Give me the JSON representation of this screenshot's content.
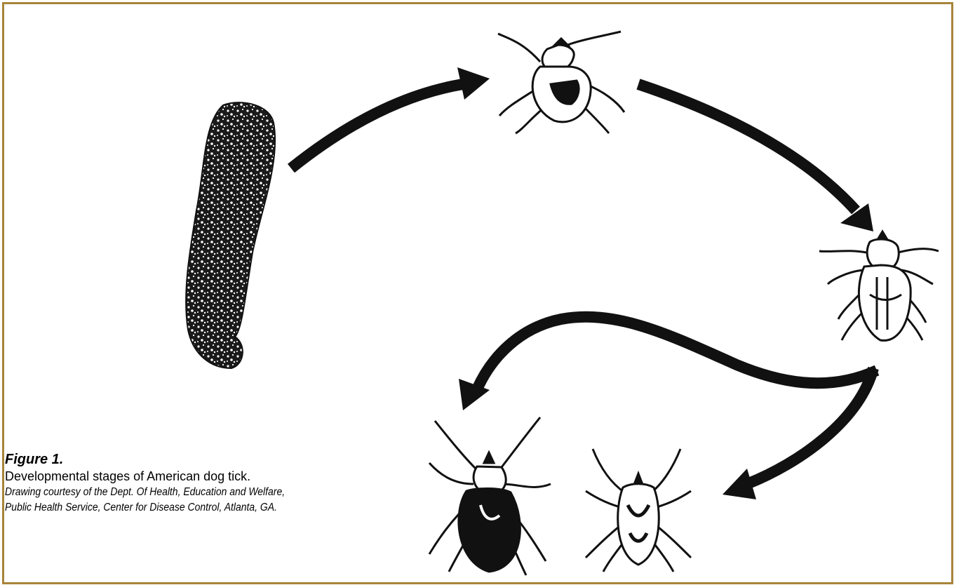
{
  "colors": {
    "frame": "#a8843a",
    "ink": "#111111",
    "background": "#ffffff"
  },
  "stages": [
    {
      "name": "egg-mass",
      "icon": "egg-mass-icon"
    },
    {
      "name": "larva",
      "icon": "larva-tick-icon"
    },
    {
      "name": "nymph",
      "icon": "nymph-tick-icon"
    },
    {
      "name": "adult-female",
      "icon": "adult-female-tick-icon"
    },
    {
      "name": "adult-male",
      "icon": "adult-male-tick-icon"
    }
  ],
  "caption": {
    "title": "Figure 1.",
    "description": "Developmental stages of American dog tick.",
    "credit_line_1": "Drawing courtesy of the Dept. Of Health, Education and Welfare,",
    "credit_line_2": "Public Health Service, Center for Disease Control, Atlanta, GA."
  }
}
